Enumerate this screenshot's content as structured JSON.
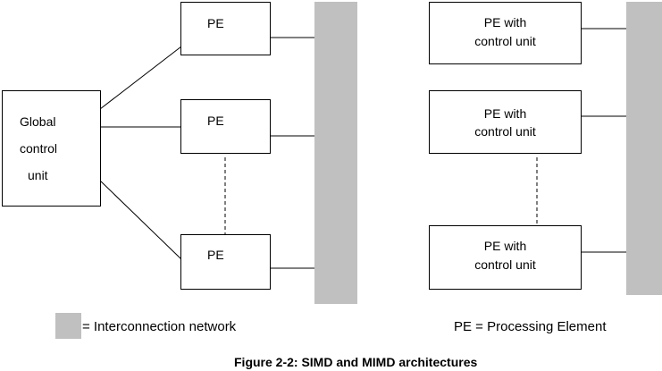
{
  "simd": {
    "global_control_unit_lines": [
      "Global",
      "control",
      "unit"
    ],
    "pe_label": "PE"
  },
  "mimd": {
    "pe_label_line1": "PE with",
    "pe_label_line2": "control unit"
  },
  "legend": {
    "network_label": "= Interconnection network",
    "pe_definition": "PE = Processing Element"
  },
  "caption": "Figure 2-2: SIMD and MIMD architectures",
  "colors": {
    "network_bar": "#c0c0c0",
    "stroke": "#000000"
  }
}
